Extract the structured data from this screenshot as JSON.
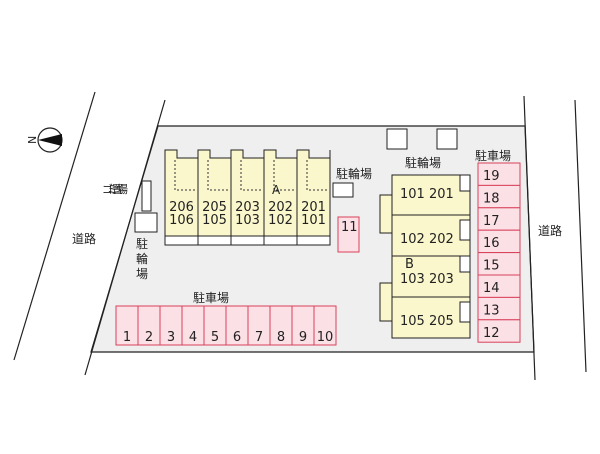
{
  "colors": {
    "lot": "#efefef",
    "building": "#fbf7cc",
    "parking": "#fbe0e6",
    "parking_border": "#d9405a"
  },
  "compass": {
    "label": "N"
  },
  "roads": {
    "left": "道路",
    "right": "道路"
  },
  "facilities": {
    "garbage": "ゴミ置場",
    "bike_left": [
      "駐",
      "輪",
      "場"
    ],
    "bike_mid": "駐輪場",
    "bike_top": "駐輪場",
    "parking_bottom_label": "駐車場",
    "parking_right_label": "駐車場"
  },
  "building_a": {
    "name": "A",
    "units": [
      [
        "206",
        "106"
      ],
      [
        "205",
        "105"
      ],
      [
        "203",
        "103"
      ],
      [
        "202",
        "102"
      ],
      [
        "201",
        "101"
      ]
    ]
  },
  "building_b": {
    "name": "B",
    "units": [
      "101 201",
      "102 202",
      "103 203",
      "105 205"
    ]
  },
  "parking_bottom": [
    "1",
    "2",
    "3",
    "4",
    "5",
    "6",
    "7",
    "8",
    "9",
    "10"
  ],
  "parking_single": "11",
  "parking_right": [
    "19",
    "18",
    "17",
    "16",
    "15",
    "14",
    "13",
    "12"
  ]
}
